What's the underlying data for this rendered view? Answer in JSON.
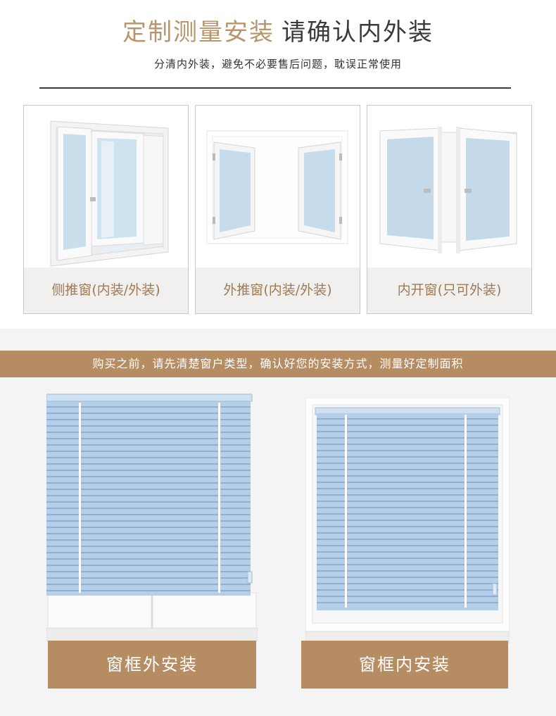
{
  "header": {
    "title_accent": "定制测量安装",
    "title_rest": "请确认内外装",
    "subtitle": "分清内外装，避免不必要售后问题，耽误正常使用"
  },
  "window_types": [
    {
      "label": "侧推窗(内装/外装)",
      "icon": "sliding-window-icon"
    },
    {
      "label": "外推窗(内装/外装)",
      "icon": "outward-casement-window-icon"
    },
    {
      "label": "内开窗(只可外装)",
      "icon": "inward-casement-window-icon"
    }
  ],
  "banner": {
    "text": "购买之前，请先清楚窗户类型，确认好您的安装方式，测量好定制面积"
  },
  "install_options": [
    {
      "label": "窗框外安装",
      "icon": "outside-mount-blind-icon"
    },
    {
      "label": "窗框内安装",
      "icon": "inside-mount-blind-icon"
    }
  ],
  "colors": {
    "accent": "#b8956a",
    "button_bg": "#b68c62",
    "blind_blue": "#a9c6e2"
  }
}
